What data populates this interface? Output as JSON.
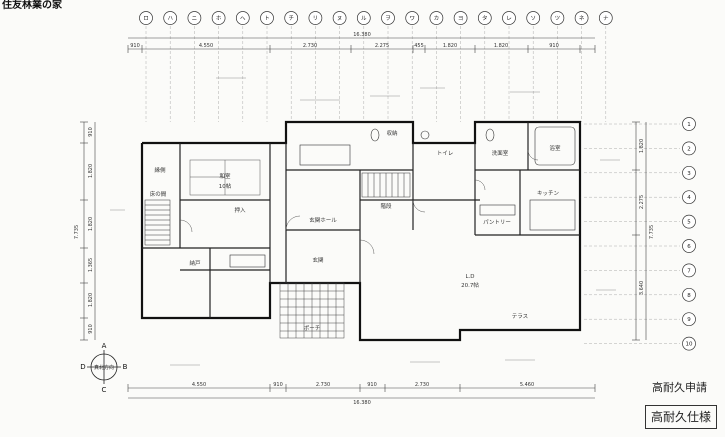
{
  "header": {
    "brand": "住友林業の家"
  },
  "stamps": {
    "application": "高耐久申請",
    "spec": "高耐久仕様"
  },
  "top_grid": {
    "labels": [
      "ロ",
      "ハ",
      "ニ",
      "ホ",
      "へ",
      "ト",
      "チ",
      "リ",
      "ヌ",
      "ル",
      "ヲ",
      "ワ",
      "カ",
      "ヨ",
      "タ",
      "レ",
      "ソ",
      "ツ",
      "ネ",
      "ナ"
    ]
  },
  "right_grid": {
    "labels": [
      "1",
      "2",
      "3",
      "4",
      "5",
      "6",
      "7",
      "8",
      "9",
      "10"
    ]
  },
  "dimensions": {
    "top_total": "16.380",
    "top_segments": [
      "910",
      "4.550",
      "2.730",
      "2.275",
      "455",
      "1.820",
      "1.820",
      "910"
    ],
    "bottom_segments": [
      "4.550",
      "910",
      "2.730",
      "910",
      "2.730",
      "5.460"
    ],
    "bottom_total": "16.380",
    "left_total": "7.735",
    "left_segments": [
      "910",
      "1.820",
      "1.820",
      "1.365",
      "1.820",
      "910"
    ],
    "right_segments": [
      "1.820",
      "2.275",
      "3.640"
    ],
    "right_total": "7.735"
  },
  "rooms": {
    "washitsu": "和室",
    "tatami": "10帖",
    "engawa": "縁側",
    "toko": "床の間",
    "oshiire": "押入",
    "genkan": "玄関",
    "hall": "玄関ホール",
    "kaidan": "階段",
    "ld": "L.D",
    "ld_size": "20.7帖",
    "kitchen": "キッチン",
    "yokushitsu": "浴室",
    "senmen": "洗面室",
    "toilet": "トイレ",
    "pantry": "パントリー",
    "wic": "収納",
    "porch": "ポーチ",
    "nando": "納戸",
    "terrace": "テラス"
  },
  "compass": {
    "n": "A",
    "s": "C",
    "e": "B",
    "w": "D",
    "note": "真北方向"
  }
}
